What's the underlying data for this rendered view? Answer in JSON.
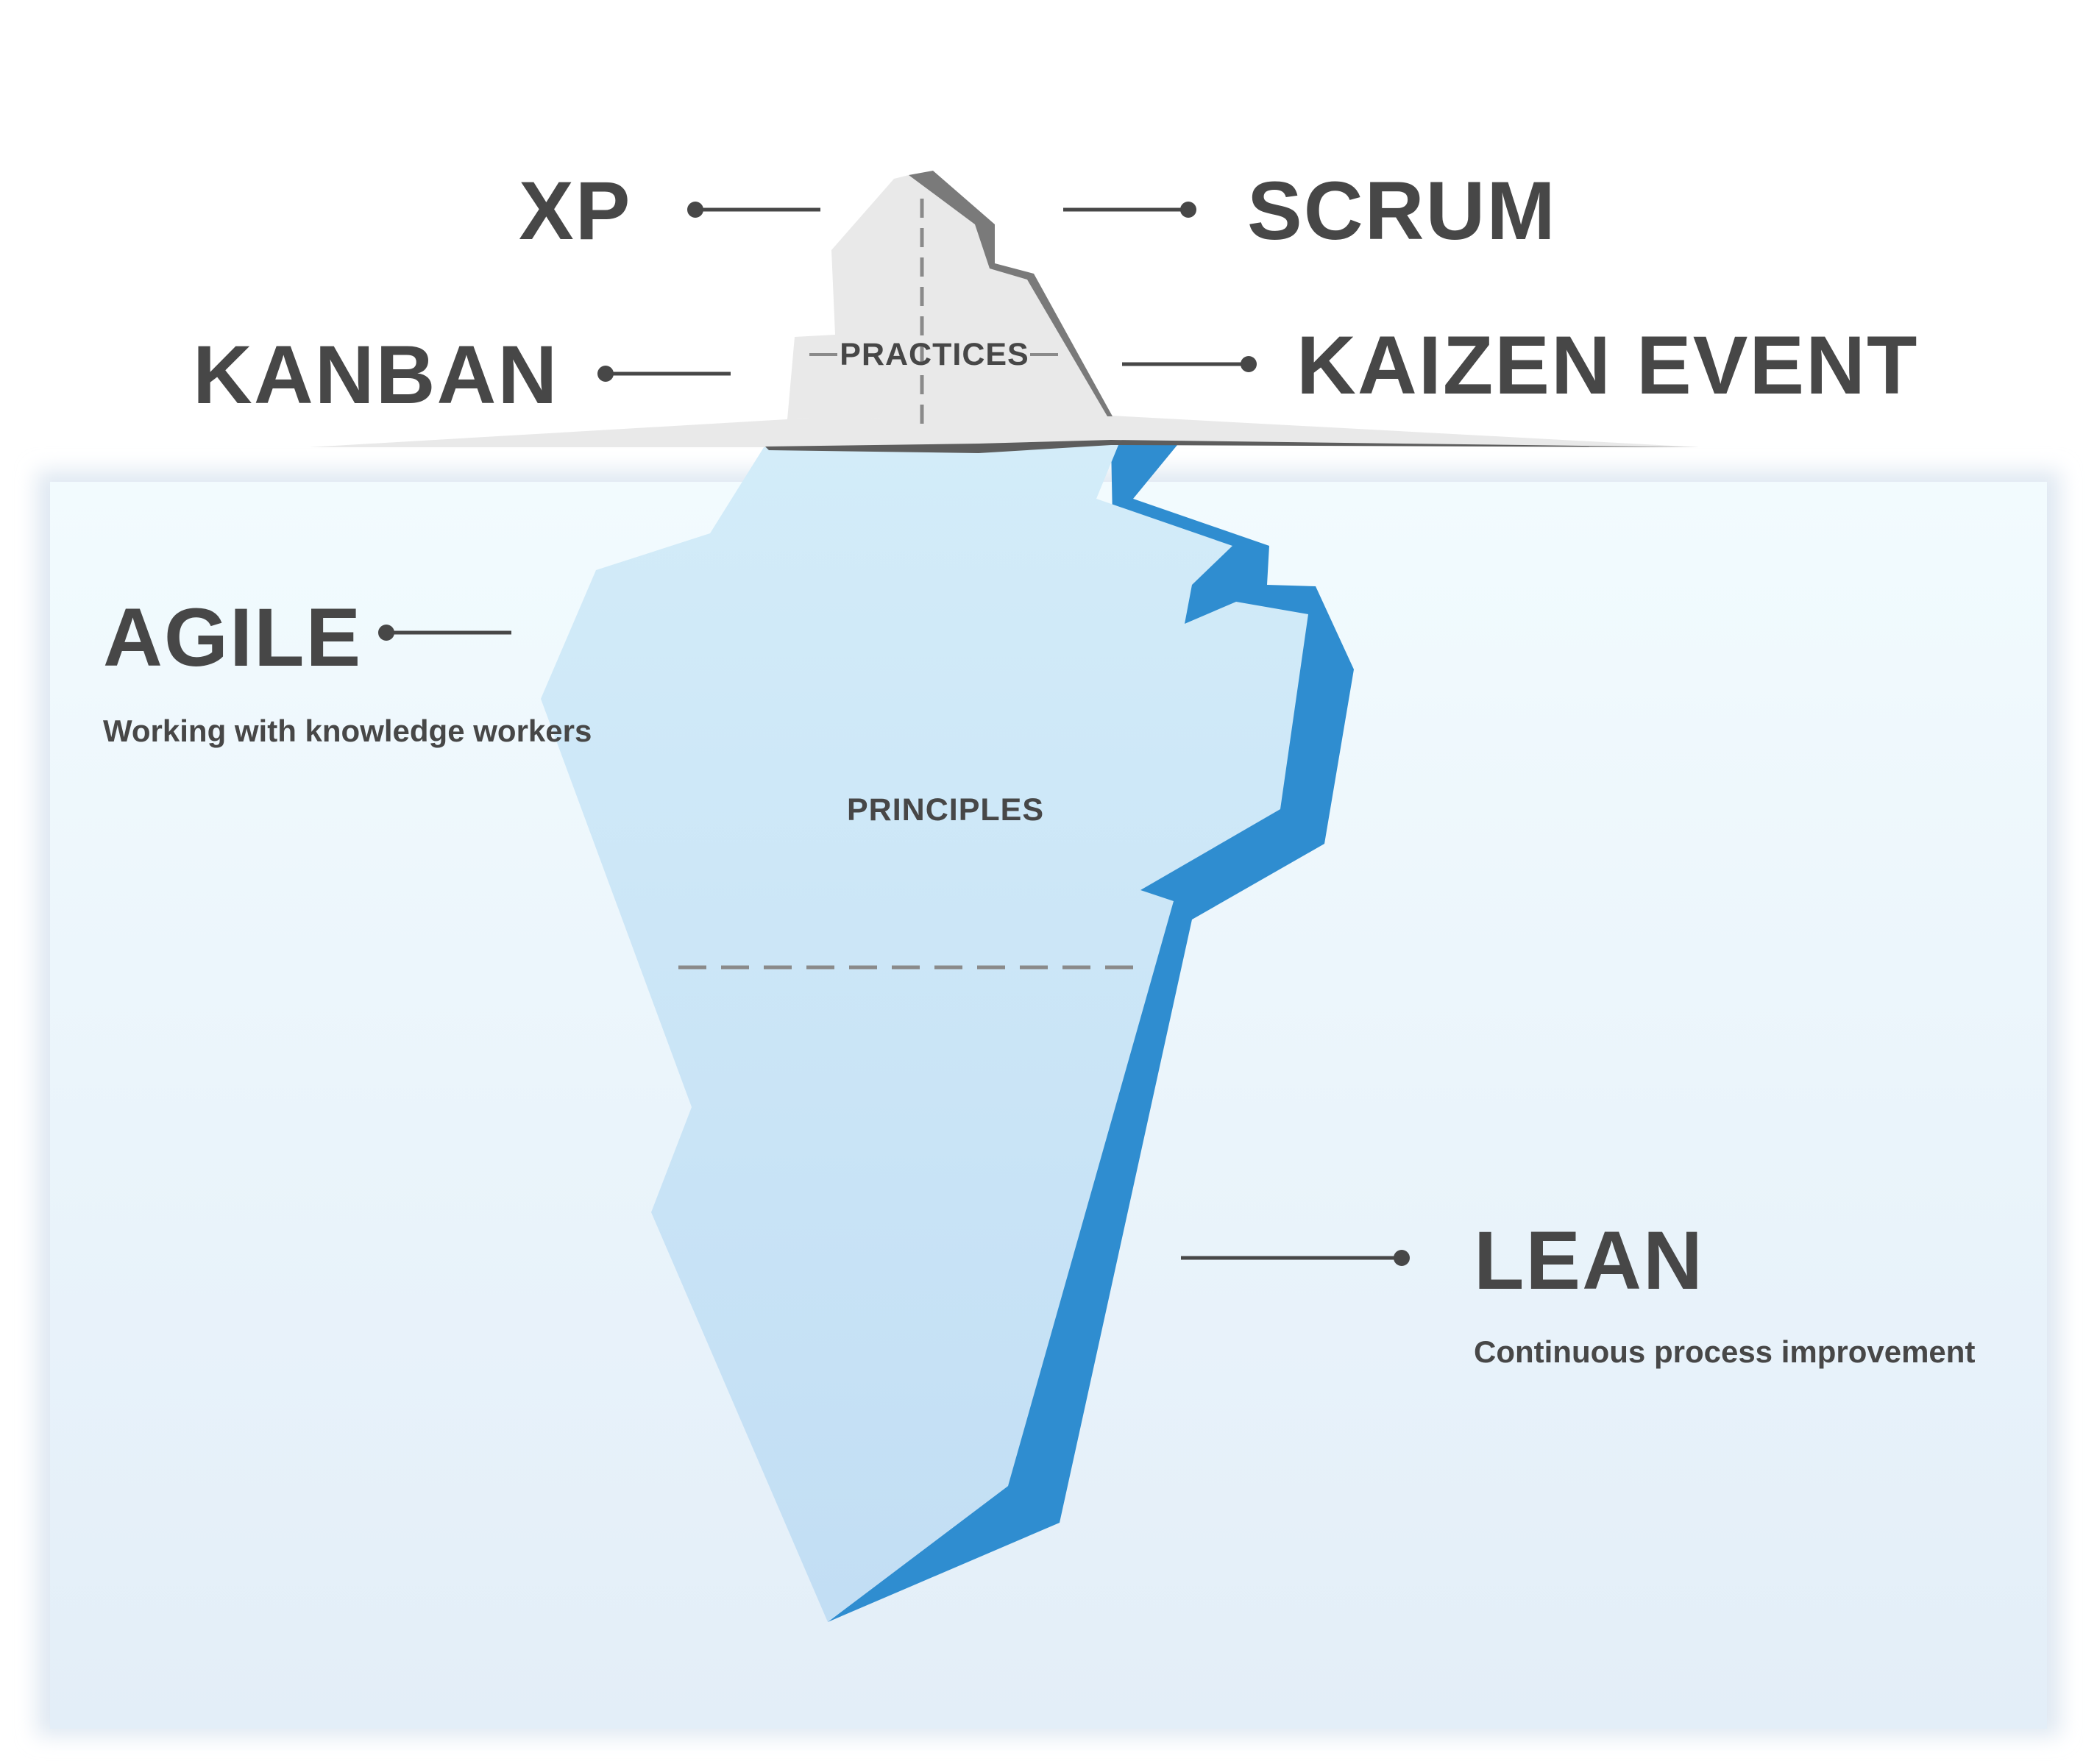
{
  "practices_label": "PRACTICES",
  "principles_label": "PRINCIPLES",
  "items": {
    "xp": "XP",
    "scrum": "SCRUM",
    "kanban": "KANBAN",
    "kaizen_event": "KAIZEN EVENT",
    "agile": "AGILE",
    "agile_description": "Working with knowledge workers",
    "lean": "LEAN",
    "lean_description": "Continuous process improvement"
  },
  "colors": {
    "text": "#474747",
    "ice_top": "#e9e9e9",
    "ice_shadow": "#7a7a7a",
    "ice_under": "#c9e4f5",
    "ice_under_edge": "#2f8dd0",
    "water": "#eaf6fb"
  }
}
